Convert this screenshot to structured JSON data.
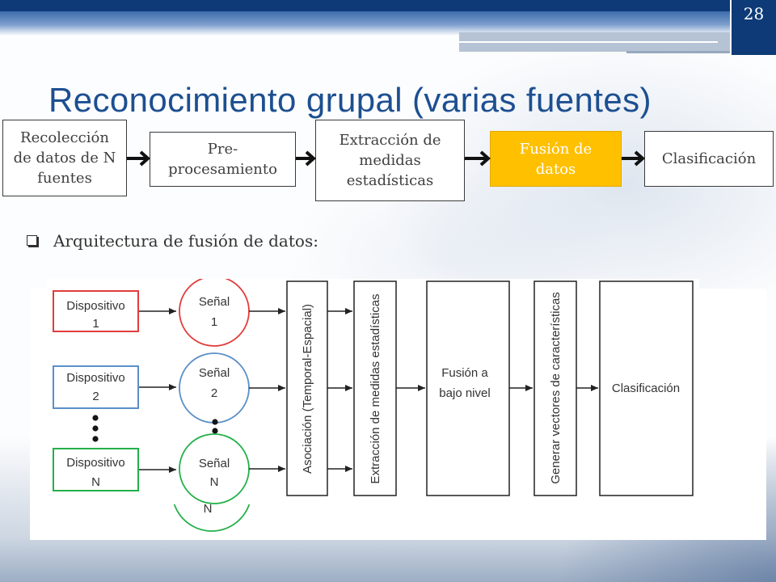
{
  "slide": {
    "page_number": "28",
    "title": "Reconocimiento grupal (varias fuentes)"
  },
  "theme": {
    "header_navy": "#0e3b77",
    "title_color": "#1d4f91"
  },
  "pipeline": {
    "steps": [
      {
        "lines": [
          "Recolección",
          "de datos de N",
          "fuentes"
        ]
      },
      {
        "lines": [
          "Pre-",
          "procesamiento"
        ]
      },
      {
        "lines": [
          "Extracción de",
          "medidas",
          "estadísticas"
        ]
      },
      {
        "lines": [
          "Fusión de",
          "datos"
        ],
        "fill_color": "#ffc000",
        "text_color": "#ffffff"
      },
      {
        "lines": [
          "Clasificación"
        ]
      }
    ]
  },
  "bullet": {
    "icon": "hollow-square-bullet-icon",
    "text": "Arquitectura de fusión de datos:"
  },
  "architecture": {
    "devices": [
      {
        "label": "Dispositivo",
        "index": "1",
        "color": "#e23c3c"
      },
      {
        "label": "Dispositivo",
        "index": "2",
        "color": "#5b8fc7"
      },
      {
        "label": "Dispositivo",
        "index": "N",
        "color": "#23b04a"
      }
    ],
    "signals": [
      {
        "label": "Señal",
        "index": "1",
        "color": "#e23c3c"
      },
      {
        "label": "Señal",
        "index": "2",
        "color": "#5b8fc7"
      },
      {
        "label": "Señal",
        "index": "N",
        "color": "#23b04a"
      }
    ],
    "signal_fragment_label": "N",
    "stages": {
      "association": "Asociación (Temporal-Espacial)",
      "feature_extraction": "Extracción de medidas estadísticas",
      "low_level_fusion": [
        "Fusión a",
        "bajo nivel"
      ],
      "feature_vectors": "Generar vectores de características",
      "classification": "Clasificación"
    }
  }
}
